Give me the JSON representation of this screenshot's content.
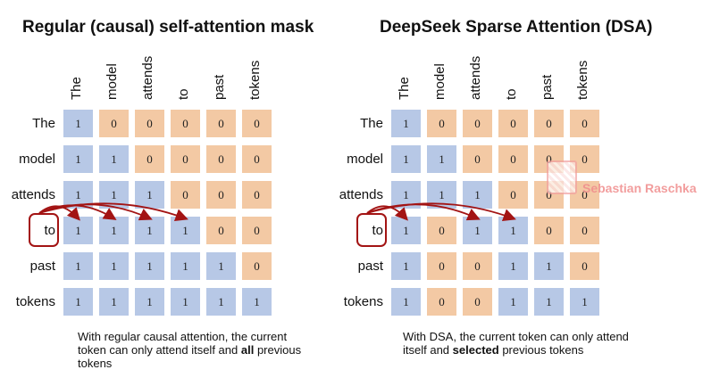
{
  "tokens": [
    "The",
    "model",
    "attends",
    "to",
    "past",
    "tokens"
  ],
  "panels": [
    {
      "id": "left",
      "title": "Regular (causal) self-attention mask",
      "matrix": [
        [
          1,
          0,
          0,
          0,
          0,
          0
        ],
        [
          1,
          1,
          0,
          0,
          0,
          0
        ],
        [
          1,
          1,
          1,
          0,
          0,
          0
        ],
        [
          1,
          1,
          1,
          1,
          0,
          0
        ],
        [
          1,
          1,
          1,
          1,
          1,
          0
        ],
        [
          1,
          1,
          1,
          1,
          1,
          1
        ]
      ],
      "highlight_row": 3,
      "arrow_targets": [
        0,
        1,
        2,
        3
      ],
      "caption_parts": [
        {
          "text": "With regular causal attention, the current token can only attend itself and ",
          "bold": false
        },
        {
          "text": "all",
          "bold": true
        },
        {
          "text": " previous tokens",
          "bold": false
        }
      ]
    },
    {
      "id": "right",
      "title": "DeepSeek Sparse Attention (DSA)",
      "matrix": [
        [
          1,
          0,
          0,
          0,
          0,
          0
        ],
        [
          1,
          1,
          0,
          0,
          0,
          0
        ],
        [
          1,
          1,
          1,
          0,
          0,
          0
        ],
        [
          1,
          0,
          1,
          1,
          0,
          0
        ],
        [
          1,
          0,
          0,
          1,
          1,
          0
        ],
        [
          1,
          0,
          0,
          1,
          1,
          1
        ]
      ],
      "highlight_row": 3,
      "arrow_targets": [
        0,
        2,
        3
      ],
      "caption_parts": [
        {
          "text": "With DSA, the current token can only attend itself and ",
          "bold": false
        },
        {
          "text": "selected",
          "bold": true
        },
        {
          "text": " previous tokens",
          "bold": false
        }
      ]
    }
  ],
  "watermark": "Sebastian Raschka",
  "colors": {
    "attend": "#b7c8e6",
    "masked": "#f3c9a4",
    "arrow": "#a31414"
  }
}
